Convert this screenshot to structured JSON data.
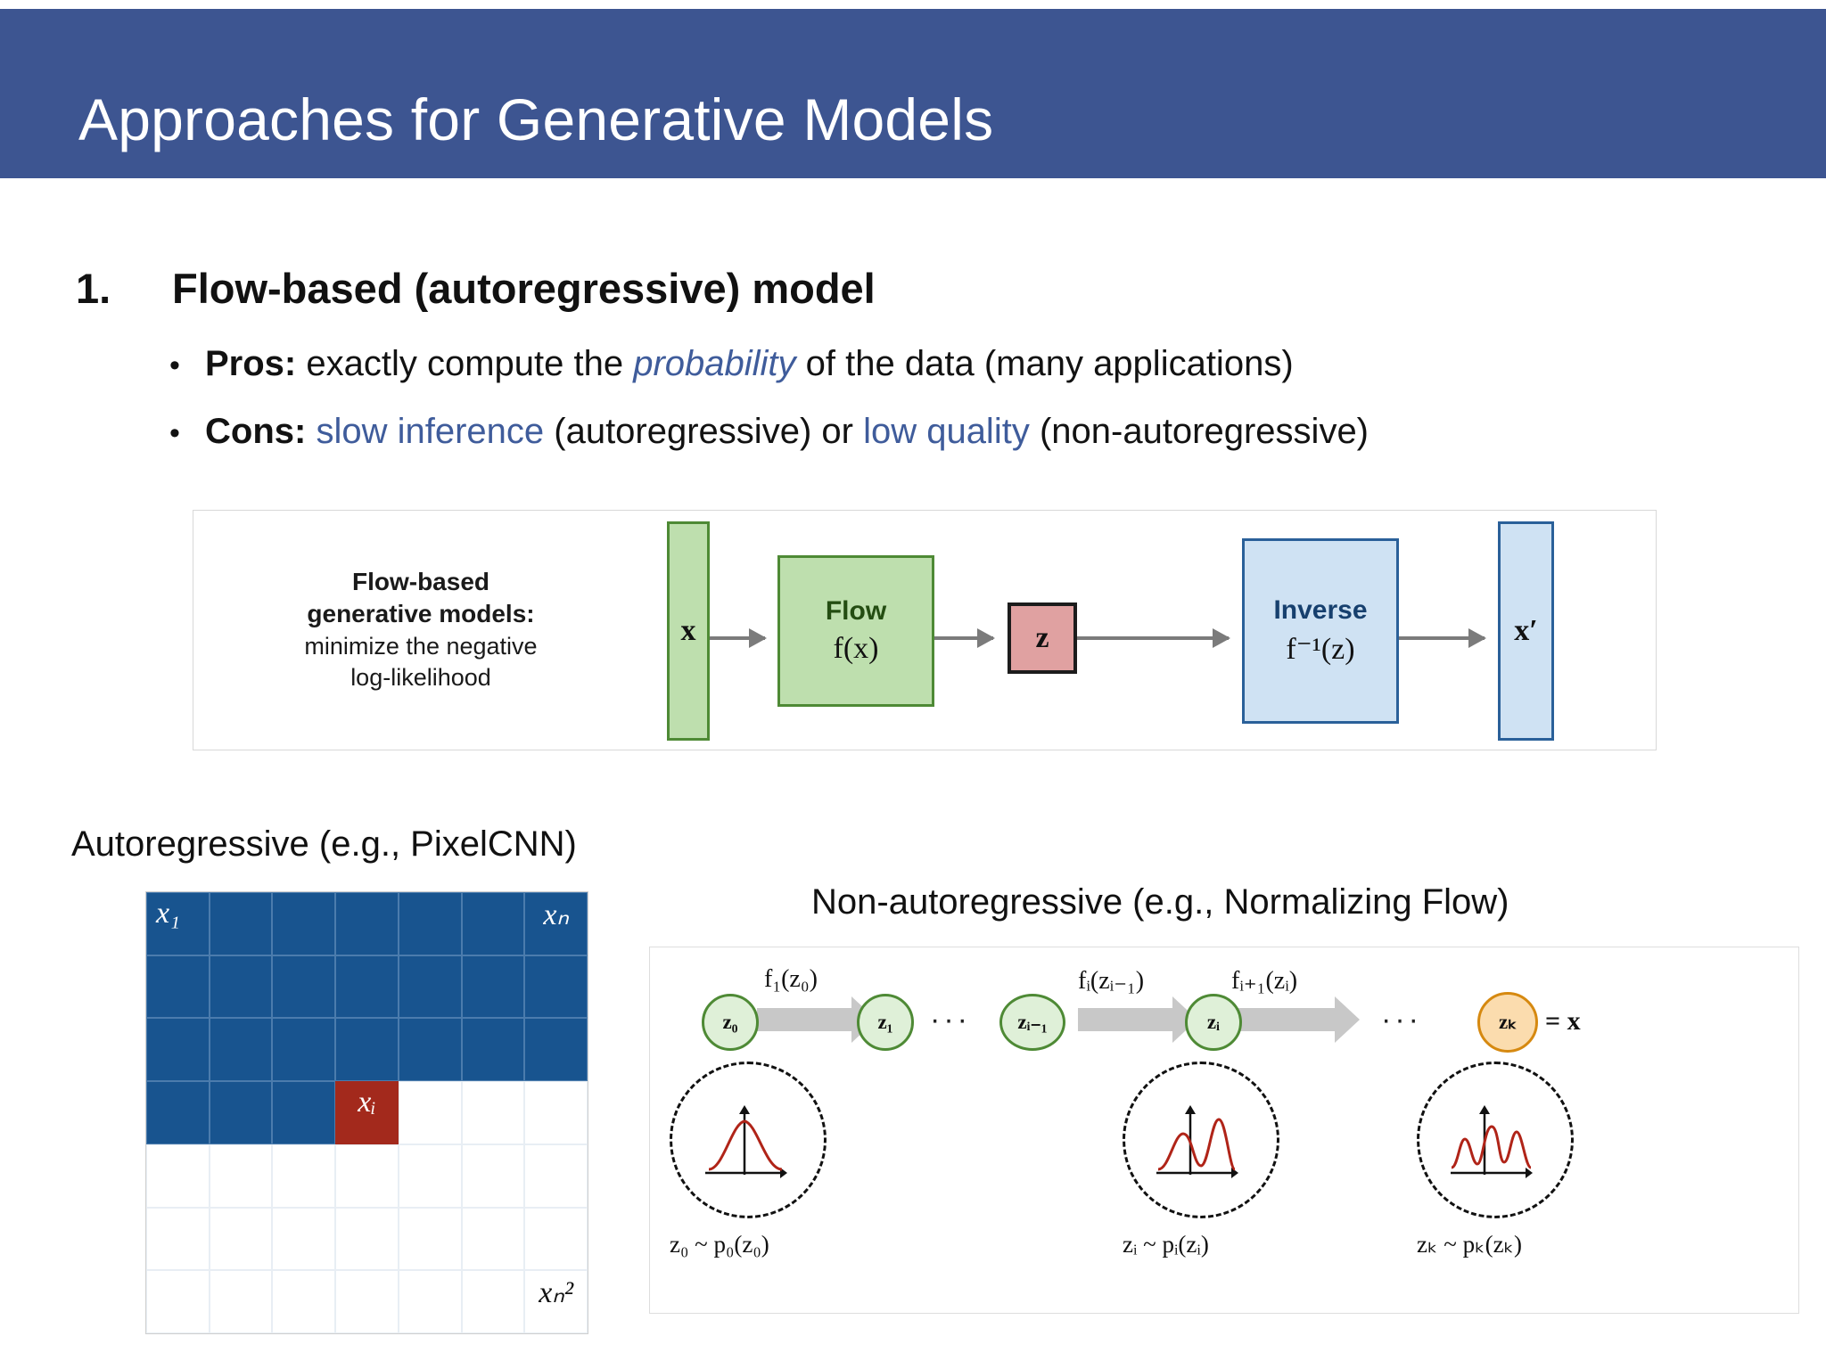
{
  "slide": {
    "title": "Approaches for Generative Models",
    "title_bar_color": "#3d5591",
    "accent_blue": "#3f5c9b"
  },
  "outline": {
    "number": "1.",
    "heading": "Flow-based (autoregressive) model",
    "bullets": [
      {
        "marker": "•",
        "label": "Pros:",
        "parts": [
          {
            "text": " exactly compute the ",
            "style": "plain"
          },
          {
            "text": "probability",
            "style": "blue-italic"
          },
          {
            "text": " of the data (many applications)",
            "style": "plain"
          }
        ]
      },
      {
        "marker": "•",
        "label": "Cons:",
        "parts": [
          {
            "text": " ",
            "style": "plain"
          },
          {
            "text": "slow inference",
            "style": "blue"
          },
          {
            "text": " (autoregressive) or ",
            "style": "plain"
          },
          {
            "text": "low quality",
            "style": "blue"
          },
          {
            "text": " (non-autoregressive)",
            "style": "plain"
          }
        ]
      }
    ]
  },
  "flow_diagram": {
    "caption_bold_line1": "Flow-based",
    "caption_bold_line2": "generative models:",
    "caption_line3": "minimize the negative",
    "caption_line4": "log-likelihood",
    "nodes": [
      {
        "id": "x",
        "label": "x",
        "color": "#bedfae",
        "border": "#4e8a35"
      },
      {
        "id": "flow",
        "title": "Flow",
        "math": "f(x)",
        "color": "#bedfae",
        "border": "#4e8a35"
      },
      {
        "id": "z",
        "label": "z",
        "color": "#e0a1a1",
        "border": "#1c1c1c"
      },
      {
        "id": "inverse",
        "title": "Inverse",
        "math": "f⁻¹(z)",
        "color": "#cfe2f3",
        "border": "#2a6099"
      },
      {
        "id": "xprime",
        "label": "x′",
        "color": "#cfe2f3",
        "border": "#2a6099"
      }
    ]
  },
  "autoregressive": {
    "heading": "Autoregressive (e.g., PixelCNN)",
    "grid": {
      "rows": 7,
      "cols": 7,
      "filled_color": "#18548f",
      "current_color": "#a3291c",
      "labels": {
        "first": "x₁",
        "top_right": "xₙ",
        "current": "xᵢ",
        "last": "xₙ²"
      }
    }
  },
  "non_autoregressive": {
    "heading": "Non-autoregressive (e.g., Normalizing Flow)",
    "nodes": [
      {
        "label": "z₀",
        "type": "green"
      },
      {
        "label": "z₁",
        "type": "green"
      },
      {
        "label": "zᵢ₋₁",
        "type": "green"
      },
      {
        "label": "zᵢ",
        "type": "green"
      },
      {
        "label": "zₖ",
        "type": "orange"
      }
    ],
    "transform_labels": [
      "f₁(z₀)",
      "fᵢ(zᵢ₋₁)",
      "fᵢ₊₁(zᵢ)"
    ],
    "ellipsis": "···",
    "equals_x": "= x",
    "distribution_labels": [
      "z₀ ~ p₀(z₀)",
      "zᵢ ~ pᵢ(zᵢ)",
      "zₖ ~ pₖ(zₖ)"
    ]
  }
}
